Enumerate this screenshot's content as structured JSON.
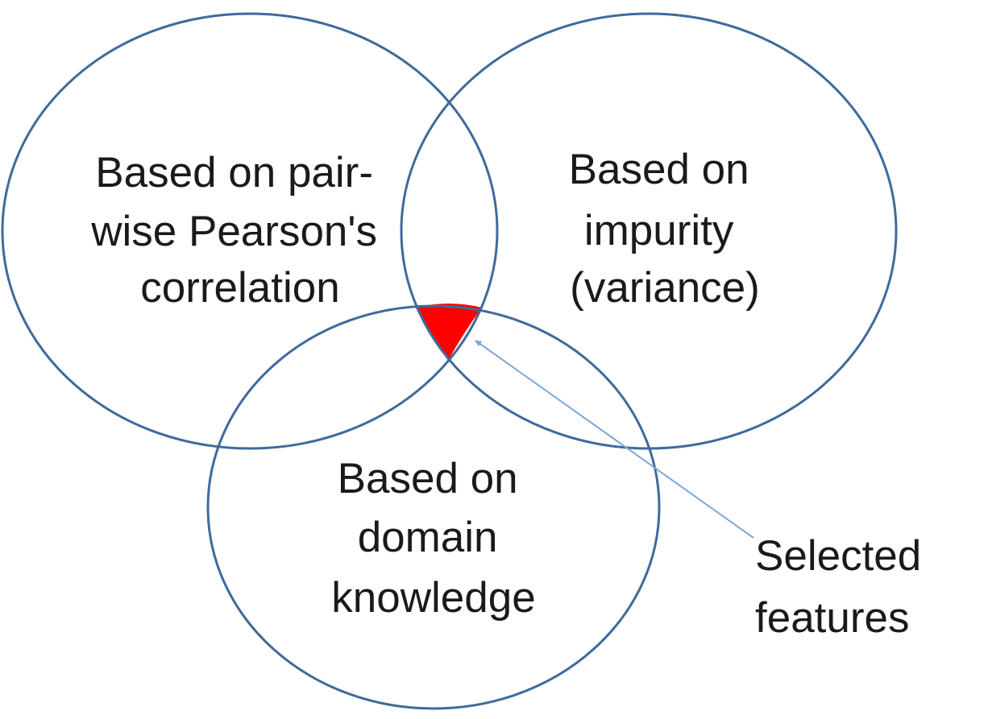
{
  "diagram": {
    "sets": [
      {
        "id": "pearson",
        "lines": [
          "Based on pair-",
          "wise Pearson's",
          "correlation"
        ]
      },
      {
        "id": "impurity",
        "lines": [
          "Based on",
          "impurity",
          "(variance)"
        ]
      },
      {
        "id": "domain",
        "lines": [
          "Based on",
          "domain",
          "knowledge"
        ]
      }
    ],
    "callout": {
      "lines": [
        "Selected",
        "features"
      ]
    },
    "colors": {
      "circle_stroke": "#3f6a9c",
      "intersection_fill": "#ff0000",
      "arrow": "#7da7d9"
    }
  }
}
